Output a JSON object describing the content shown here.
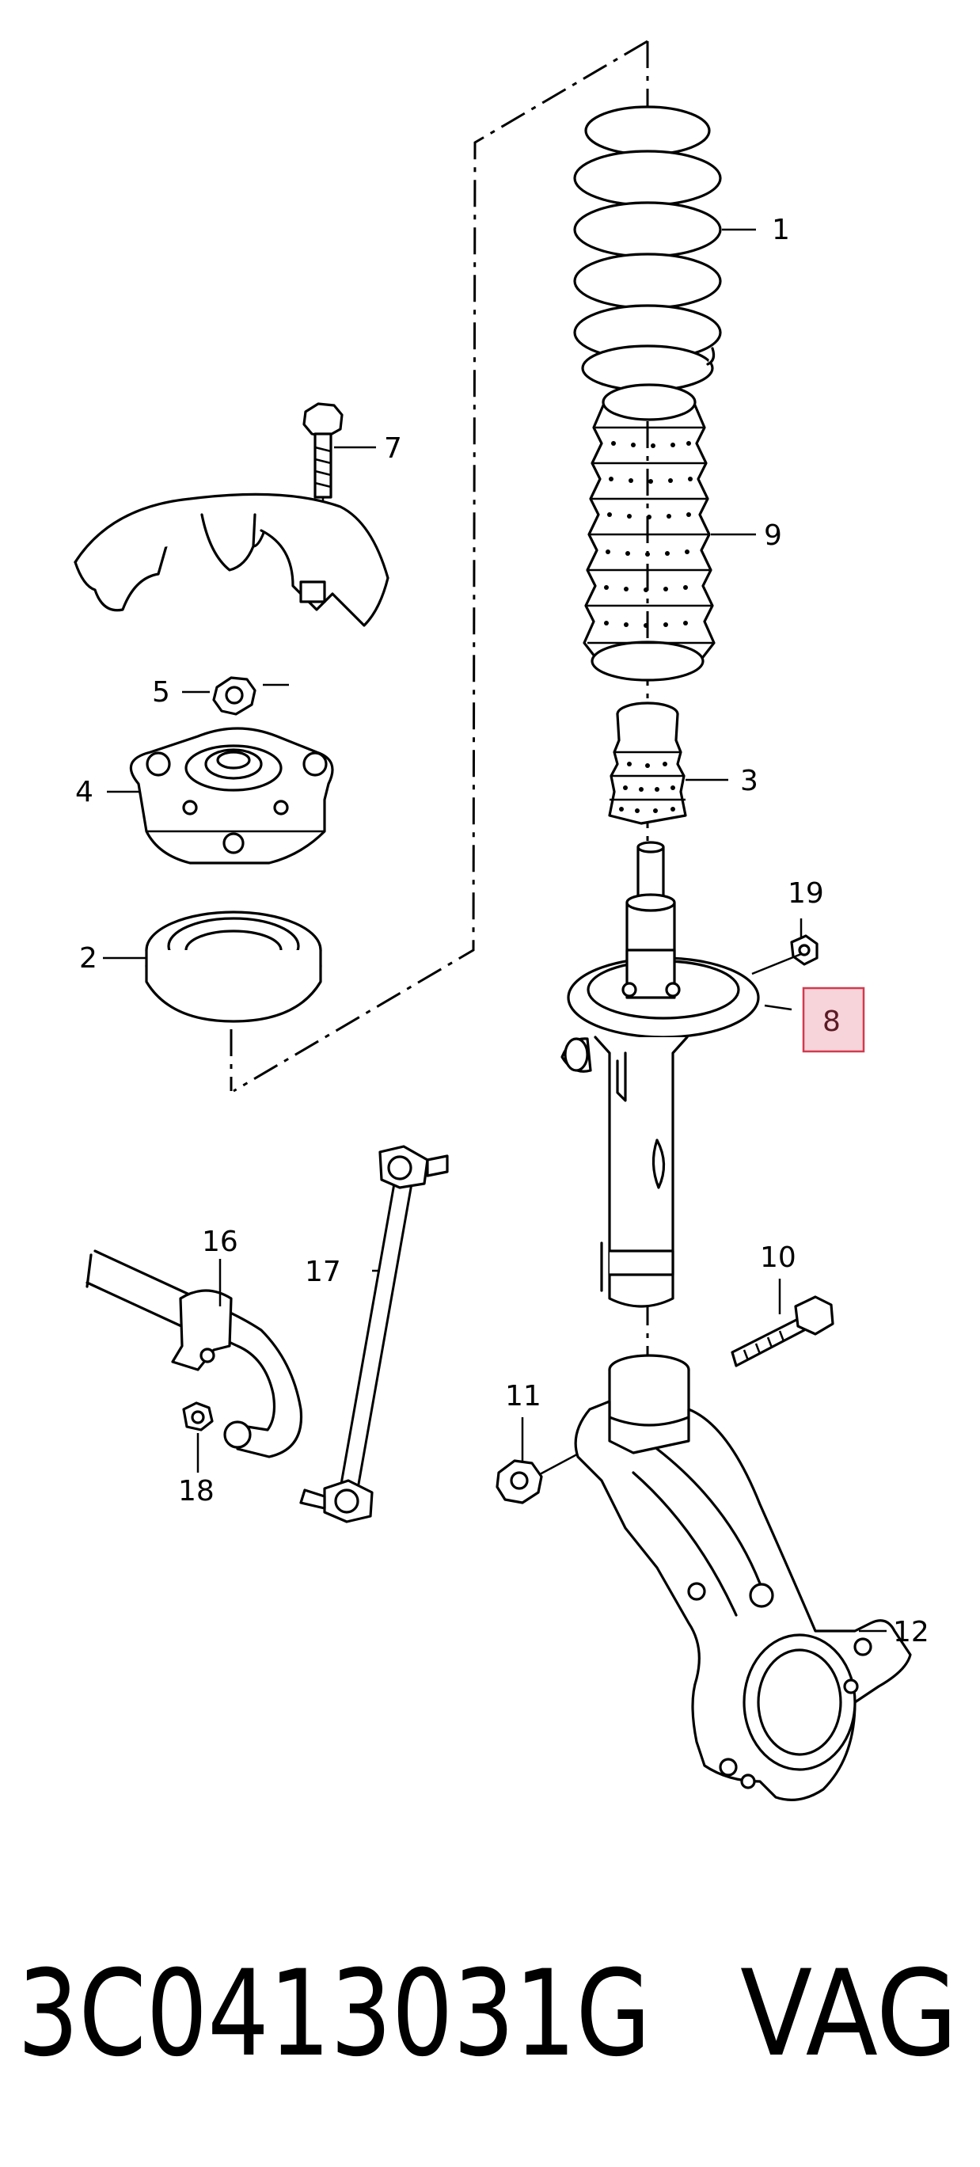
{
  "diagram": {
    "callouts": [
      {
        "id": "c1",
        "label": "1"
      },
      {
        "id": "c2",
        "label": "2"
      },
      {
        "id": "c3",
        "label": "3"
      },
      {
        "id": "c4",
        "label": "4"
      },
      {
        "id": "c5",
        "label": "5"
      },
      {
        "id": "c7",
        "label": "7"
      },
      {
        "id": "c8",
        "label": "8"
      },
      {
        "id": "c9",
        "label": "9"
      },
      {
        "id": "c10",
        "label": "10"
      },
      {
        "id": "c11",
        "label": "11"
      },
      {
        "id": "c12",
        "label": "12"
      },
      {
        "id": "c16",
        "label": "16"
      },
      {
        "id": "c17",
        "label": "17"
      },
      {
        "id": "c18",
        "label": "18"
      },
      {
        "id": "c19",
        "label": "19"
      }
    ],
    "highlighted_callout": "8",
    "highlight_color": "#f7d3da",
    "highlight_border": "#d23a4e"
  },
  "caption": {
    "part_number": "3C0413031G",
    "brand": "VAG"
  }
}
